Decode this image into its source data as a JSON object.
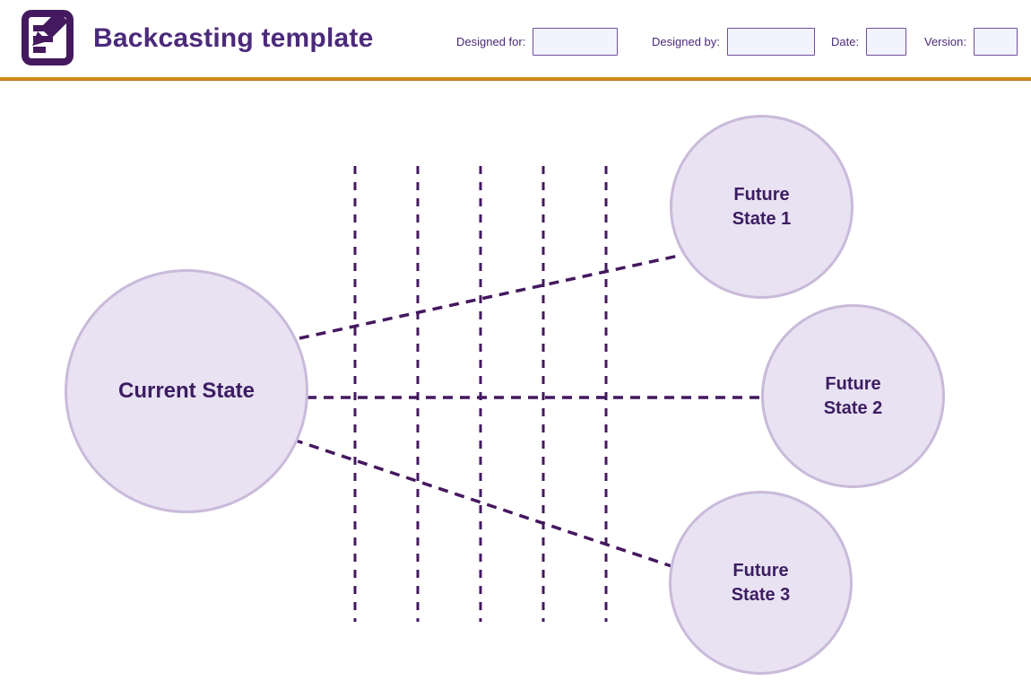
{
  "header": {
    "logo_icon": "document-pencil-icon",
    "title": "Backcasting template",
    "fields": [
      {
        "label": "Designed for:",
        "value": ""
      },
      {
        "label": "Designed by:",
        "value": ""
      },
      {
        "label": "Date:",
        "value": ""
      },
      {
        "label": "Version:",
        "value": ""
      }
    ]
  },
  "diagram": {
    "current_state": {
      "label": "Current State"
    },
    "future_states": [
      {
        "line1": "Future",
        "line2": "State 1"
      },
      {
        "line1": "Future",
        "line2": "State 2"
      },
      {
        "line1": "Future",
        "line2": "State 3"
      }
    ],
    "timeline_columns": 5
  },
  "colors": {
    "dash_purple": "#44185f",
    "title_purple": "#4b2a7a",
    "circle_fill": "#e8e2f2",
    "circle_border": "#c9bada",
    "circle_text": "#3c1d61",
    "input_fill": "#f2f3fc",
    "input_border": "#6f4f9e",
    "divider_orange": "#d28c1e",
    "logo_purple": "#45195f"
  }
}
